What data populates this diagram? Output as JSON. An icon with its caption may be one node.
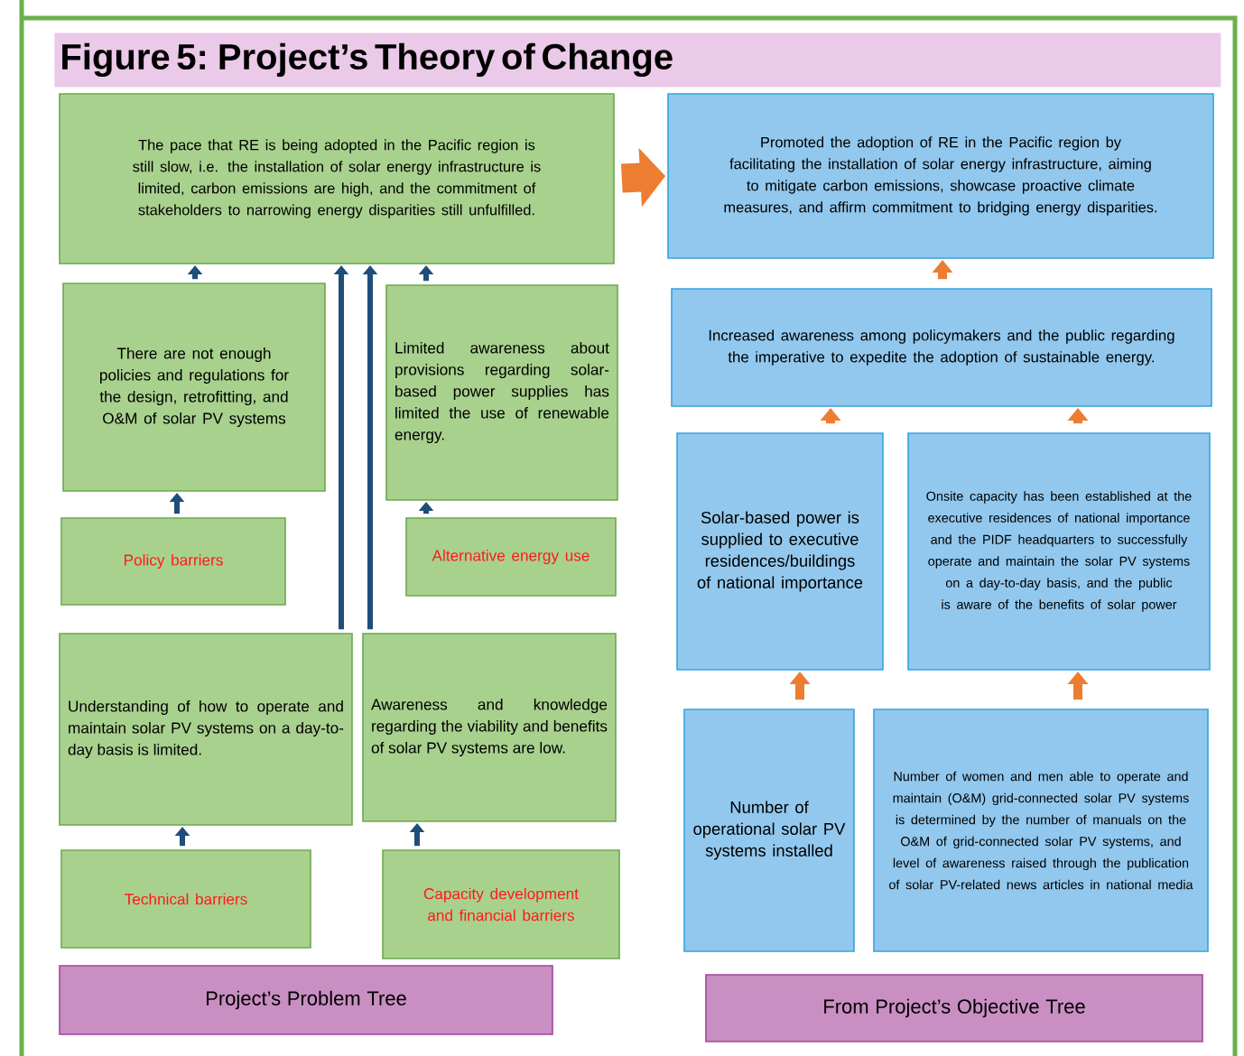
{
  "diagram": {
    "title": "Figure 5: Project’s Theory of Change",
    "nodes": [
      {
        "text": [
          "The pace that RE is being adopted in the Pacific region is still slow, i.e. the installation of solar energy infrastructure is limited, carbon emissions are high, and the commitment of stakeholders to narrowing energy disparities still unfulfilled."
        ]
      },
      {
        "text": [
          "There are not enough policies and regulations for the design, retrofitting, and O&M of solar PV systems"
        ]
      },
      {
        "text": [
          "Limited awareness about provisions regarding solar-based power supplies has limited the use of renewable energy."
        ]
      },
      {
        "text": [
          "Policy barriers"
        ]
      },
      {
        "text": [
          "Alternative energy use"
        ]
      },
      {
        "text": [
          "Understanding of how to operate and maintain solar PV systems on a day-to-day basis is limited."
        ]
      },
      {
        "text": [
          "Awareness and knowledge regarding the viability and benefits of solar PV systems are low."
        ]
      },
      {
        "text": [
          "Technical barriers"
        ]
      },
      {
        "text": [
          "Capacity development and financial barriers"
        ]
      },
      {
        "text": [
          "Project’s Problem Tree"
        ]
      },
      {
        "text": [
          "Promoted the adoption of RE in the Pacific region by facilitating the installation of solar energy infrastructure, aiming to mitigate carbon emissions, showcase proactive climate measures, and affirm commitment to bridging energy disparities."
        ]
      },
      {
        "text": [
          "Increased awareness among policymakers and the public regarding the imperative to expedite the adoption of sustainable energy."
        ]
      },
      {
        "text": [
          "Solar-based power is supplied to executive residences/buildings of national importance"
        ]
      },
      {
        "text": [
          "Onsite capacity has been established at the executive residences of national importance and the PIDF headquarters to successfully operate and maintain the solar PV systems on a day-to-day basis, and the public is aware of the benefits of solar power"
        ]
      },
      {
        "text": [
          "Number of operational solar PV systems installed"
        ]
      },
      {
        "text": [
          "Number of women and men able to operate and maintain (O&M) grid-connected solar PV systems is determined by the number of manuals on the O&M of grid-connected solar PV systems, and level of awareness raised through the publication of solar PV-related news articles in national media"
        ]
      },
      {
        "text": [
          "From Project’s Objective Tree"
        ]
      }
    ],
    "edges": [
      {
        "from": 1,
        "to": 0,
        "arrow": "to"
      },
      {
        "from": 2,
        "to": 0,
        "arrow": "to"
      },
      {
        "from": 3,
        "to": 1,
        "arrow": "to"
      },
      {
        "from": 4,
        "to": 2,
        "arrow": "to"
      },
      {
        "from": 5,
        "to": 0,
        "arrow": "to"
      },
      {
        "from": 6,
        "to": 0,
        "arrow": "to"
      },
      {
        "from": 7,
        "to": 5,
        "arrow": "to"
      },
      {
        "from": 8,
        "to": 6,
        "arrow": "to"
      },
      {
        "from": 0,
        "to": 10,
        "arrow": "to",
        "style": "thick",
        "color": "#ed7d31"
      },
      {
        "from": 11,
        "to": 10,
        "arrow": "to",
        "color": "#ed7d31"
      },
      {
        "from": 12,
        "to": 11,
        "arrow": "to",
        "color": "#ed7d31"
      },
      {
        "from": 13,
        "to": 11,
        "arrow": "to",
        "color": "#ed7d31"
      },
      {
        "from": 14,
        "to": 12,
        "arrow": "to",
        "color": "#ed7d31"
      },
      {
        "from": 15,
        "to": 13,
        "arrow": "to",
        "color": "#ed7d31"
      }
    ]
  }
}
